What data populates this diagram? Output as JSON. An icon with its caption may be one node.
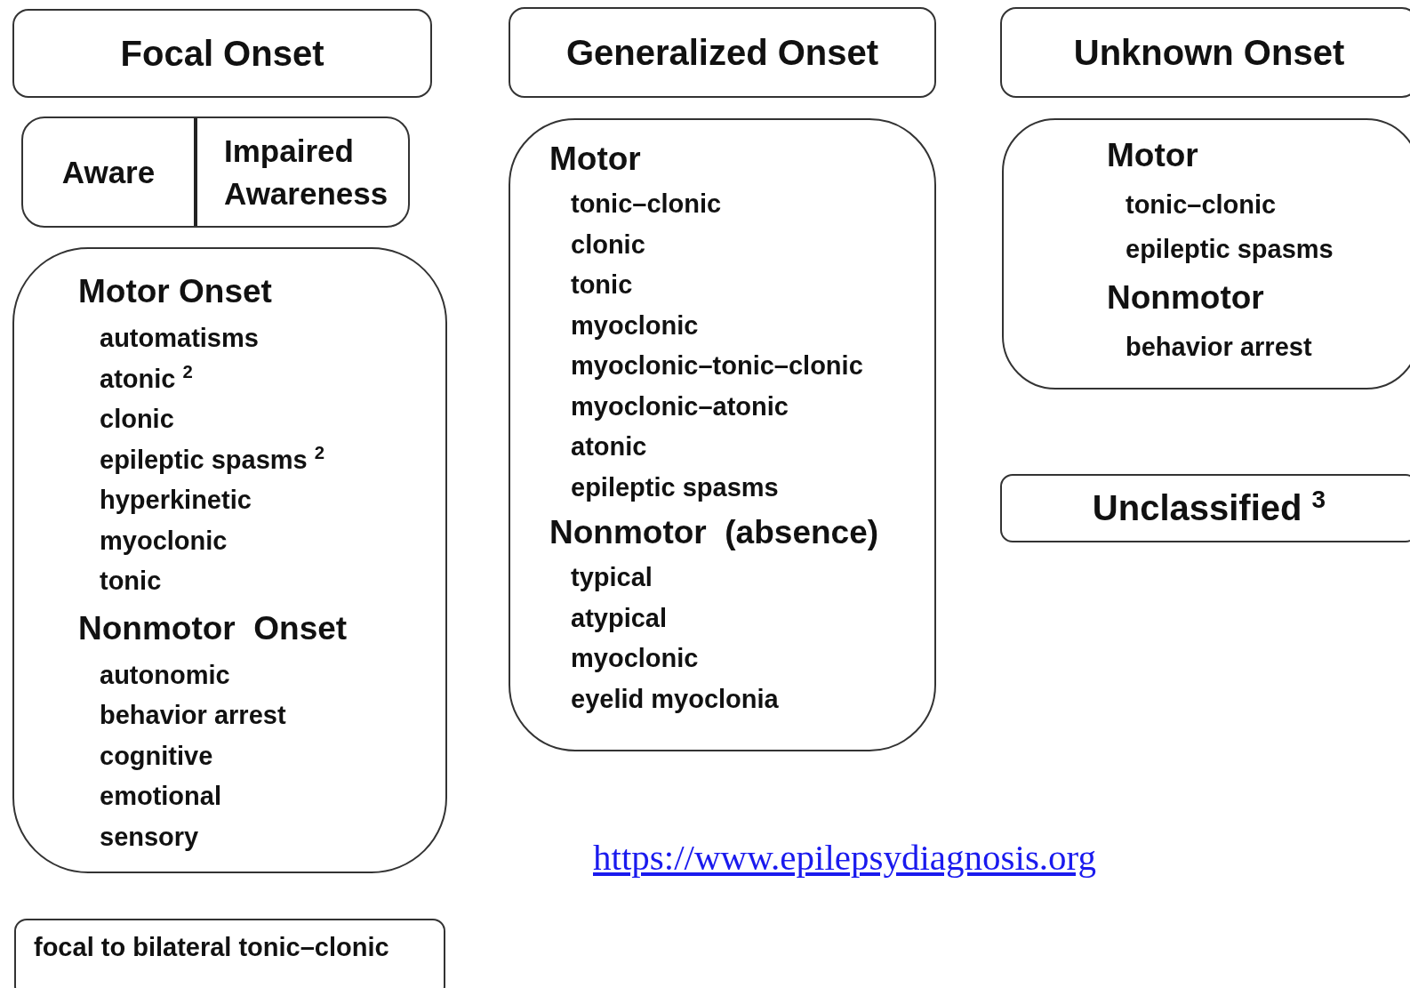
{
  "diagram": {
    "nodes": [
      {
        "text": [
          "Focal Onset"
        ]
      },
      {
        "text": [
          "Aware",
          "Impaired Awareness"
        ]
      },
      {
        "text": [
          "Motor Onset",
          "automatisms",
          "atonic $^{2}$",
          "clonic",
          "epileptic spasms $^{2}$",
          "hyperkinetic",
          "myoclonic",
          "tonic",
          "Nonmotor  Onset",
          "autonomic",
          "behavior arrest",
          "cognitive",
          "emotional",
          "sensory"
        ]
      },
      {
        "text": [
          "focal to bilateral tonic–clonic"
        ]
      },
      {
        "text": [
          "Generalized Onset"
        ]
      },
      {
        "text": [
          "Motor",
          "tonic–clonic",
          "clonic",
          "tonic",
          "myoclonic",
          "myoclonic–tonic–clonic",
          "myoclonic–atonic",
          "atonic",
          "epileptic spasms",
          "Nonmotor  (absence)",
          "typical",
          "atypical",
          "myoclonic",
          "eyelid myoclonia"
        ]
      },
      {
        "text": [
          "Unknown Onset"
        ]
      },
      {
        "text": [
          "Motor",
          "tonic–clonic",
          "epileptic spasms",
          "Nonmotor",
          "behavior arrest"
        ]
      },
      {
        "text": [
          "Unclassified $^{3}$"
        ]
      }
    ],
    "labels": [
      "https://www.epilepsydiagnosis.org"
    ]
  }
}
